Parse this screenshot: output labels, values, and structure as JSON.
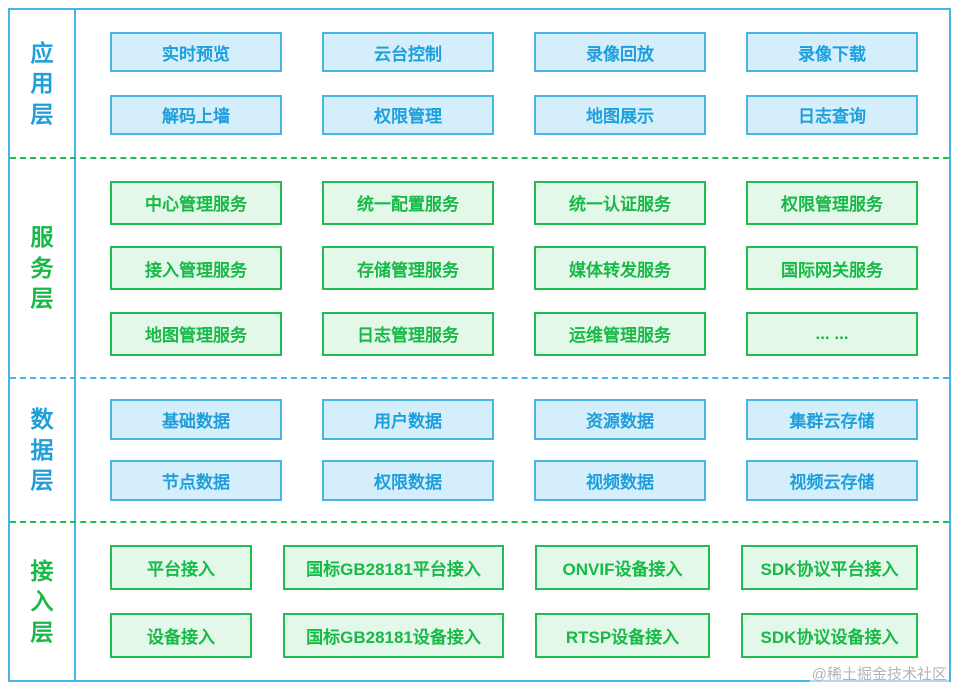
{
  "diagram": {
    "watermark": "@稀土掘金技术社区"
  },
  "colors": {
    "blue_border": "#4ab4e7",
    "blue_fill": "#d4eefb",
    "blue_text": "#1e9fdc",
    "green_border": "#1fbd52",
    "green_fill": "#e4f8ea",
    "green_text": "#17b947"
  },
  "layers": [
    {
      "id": "application",
      "label": "应用层",
      "theme": "blue",
      "rows": [
        [
          "实时预览",
          "云台控制",
          "录像回放",
          "录像下载"
        ],
        [
          "解码上墙",
          "权限管理",
          "地图展示",
          "日志查询"
        ]
      ]
    },
    {
      "id": "service",
      "label": "服务层",
      "theme": "green",
      "rows": [
        [
          "中心管理服务",
          "统一配置服务",
          "统一认证服务",
          "权限管理服务"
        ],
        [
          "接入管理服务",
          "存储管理服务",
          "媒体转发服务",
          "国际网关服务"
        ],
        [
          "地图管理服务",
          "日志管理服务",
          "运维管理服务",
          "... ..."
        ]
      ]
    },
    {
      "id": "data",
      "label": "数据层",
      "theme": "blue",
      "rows": [
        [
          "基础数据",
          "用户数据",
          "资源数据",
          "集群云存储"
        ],
        [
          "节点数据",
          "权限数据",
          "视频数据",
          "视频云存储"
        ]
      ]
    },
    {
      "id": "access",
      "label": "接入层",
      "theme": "green",
      "rows": [
        [
          "平台接入",
          "国标GB28181平台接入",
          "ONVIF设备接入",
          "SDK协议平台接入"
        ],
        [
          "设备接入",
          "国标GB28181设备接入",
          "RTSP设备接入",
          "SDK协议设备接入"
        ]
      ]
    }
  ]
}
